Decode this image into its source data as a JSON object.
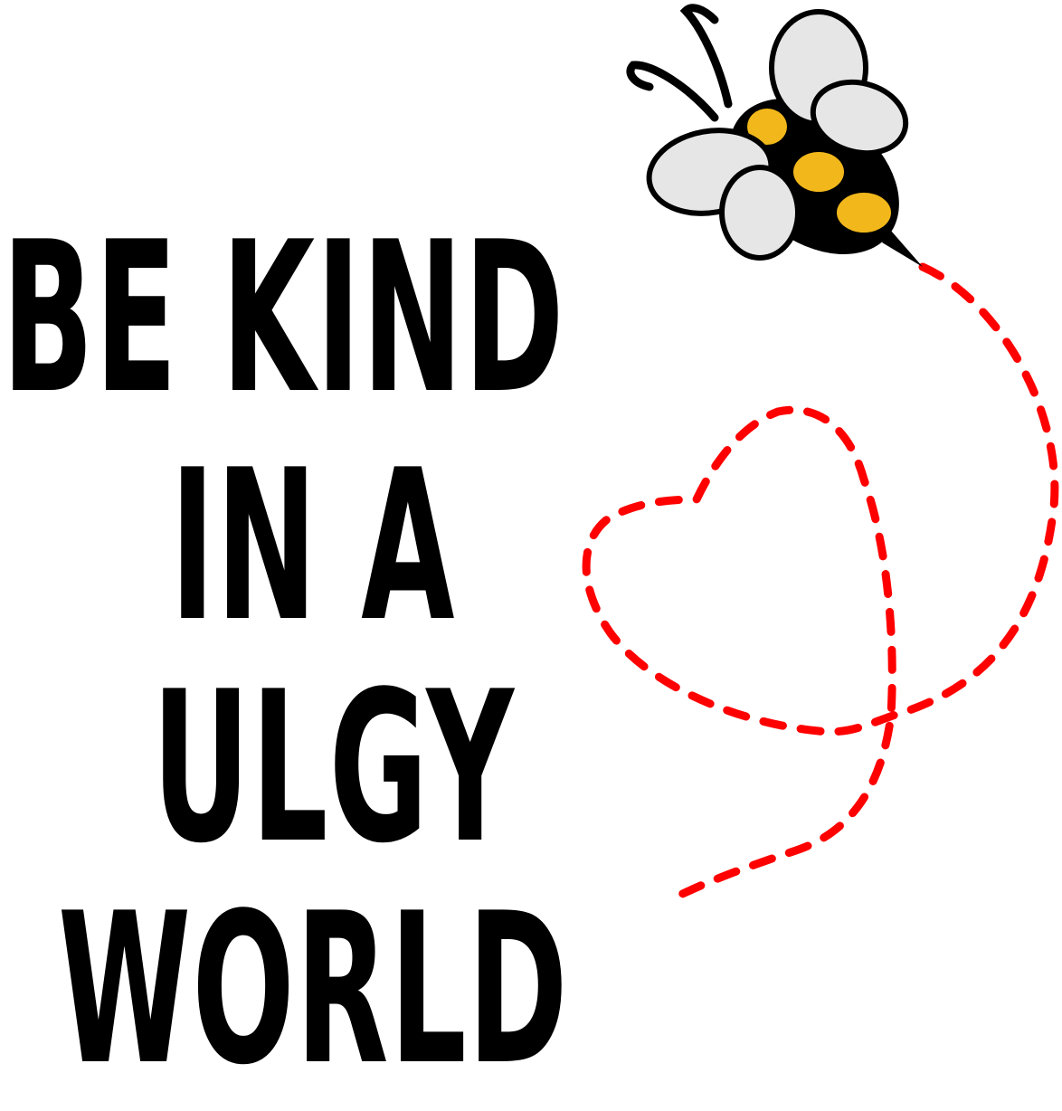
{
  "text": {
    "line1": "BE KIND",
    "line2": "IN A",
    "line3": "ULGY",
    "line4": "WORLD"
  },
  "icons": {
    "bee": "bee-icon",
    "trail": "heart-dashed-trail"
  },
  "colors": {
    "text": "#000000",
    "trail": "#ff0000",
    "bee_stripes": "#f2b81b",
    "bee_wings": "#e6e6e6",
    "background": "#ffffff"
  }
}
